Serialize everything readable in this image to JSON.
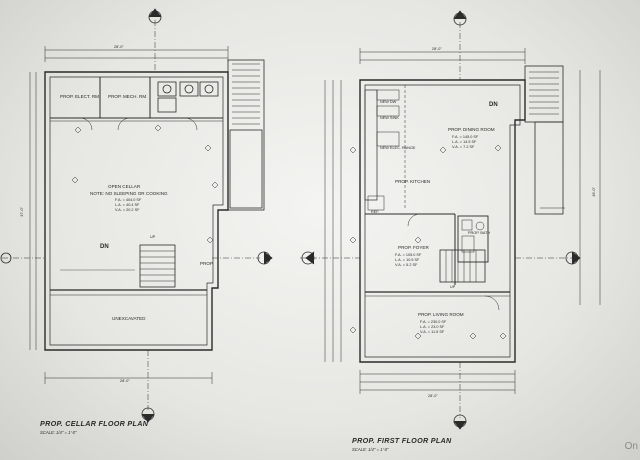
{
  "cellar_plan": {
    "title": "PROP. CELLAR FLOOR PLAN",
    "scale": "SCALE: 1/4\" = 1'-0\"",
    "overall_width_top": "28'-0\"",
    "overall_width_bottom": "28'-0\"",
    "overall_depth": "37'-0\"",
    "rooms": {
      "elect_rm": "PROP. ELECT. RM.",
      "mech_rm": "PROP. MECH. RM.",
      "open_cellar_1": "OPEN CELLAR",
      "open_cellar_2": "NOTE: NO SLEEPING OR COOKING",
      "open_cellar_fa": "F.A. = 404.0 SF",
      "open_cellar_la": "L.A. = 40.4 SF",
      "open_cellar_va": "V.A. = 20.2 SF",
      "unexcavated": "UNEXCAVATED",
      "dn": "DN",
      "prop": "PROP."
    },
    "stair_mark": "UP"
  },
  "first_plan": {
    "title": "PROP. FIRST FLOOR PLAN",
    "scale": "SCALE: 1/4\" = 1'-0\"",
    "overall_width_top": "28'-0\"",
    "overall_width_bottom": "28'-0\"",
    "overall_depth": "46'-0\"",
    "rooms": {
      "dining": "PROP. DINING ROOM",
      "dining_fa": "F.A. = 145.0 SF",
      "dining_la": "L.A. = 14.5 SF",
      "dining_va": "V.A. = 7.2 SF",
      "kitchen": "PROP. KITCHEN",
      "new_dw": "NEW DW",
      "new_sink": "NEW SINK",
      "new_elec": "NEW ELEC. RANGE",
      "ref": "REF.",
      "bath": "PROP. BATH",
      "foyer": "PROP. FOYER",
      "foyer_fa": "F.A. = 105.0 SF",
      "foyer_la": "L.A. = 10.5 SF",
      "foyer_va": "V.A. = 5.2 SF",
      "living": "PROP. LIVING ROOM",
      "living_fa": "F.A. = 230.0 SF",
      "living_la": "L.A. = 23.0 SF",
      "living_va": "V.A. = 11.5 SF",
      "dn": "DN"
    },
    "stair_mark": "UP"
  },
  "watermark": "On"
}
